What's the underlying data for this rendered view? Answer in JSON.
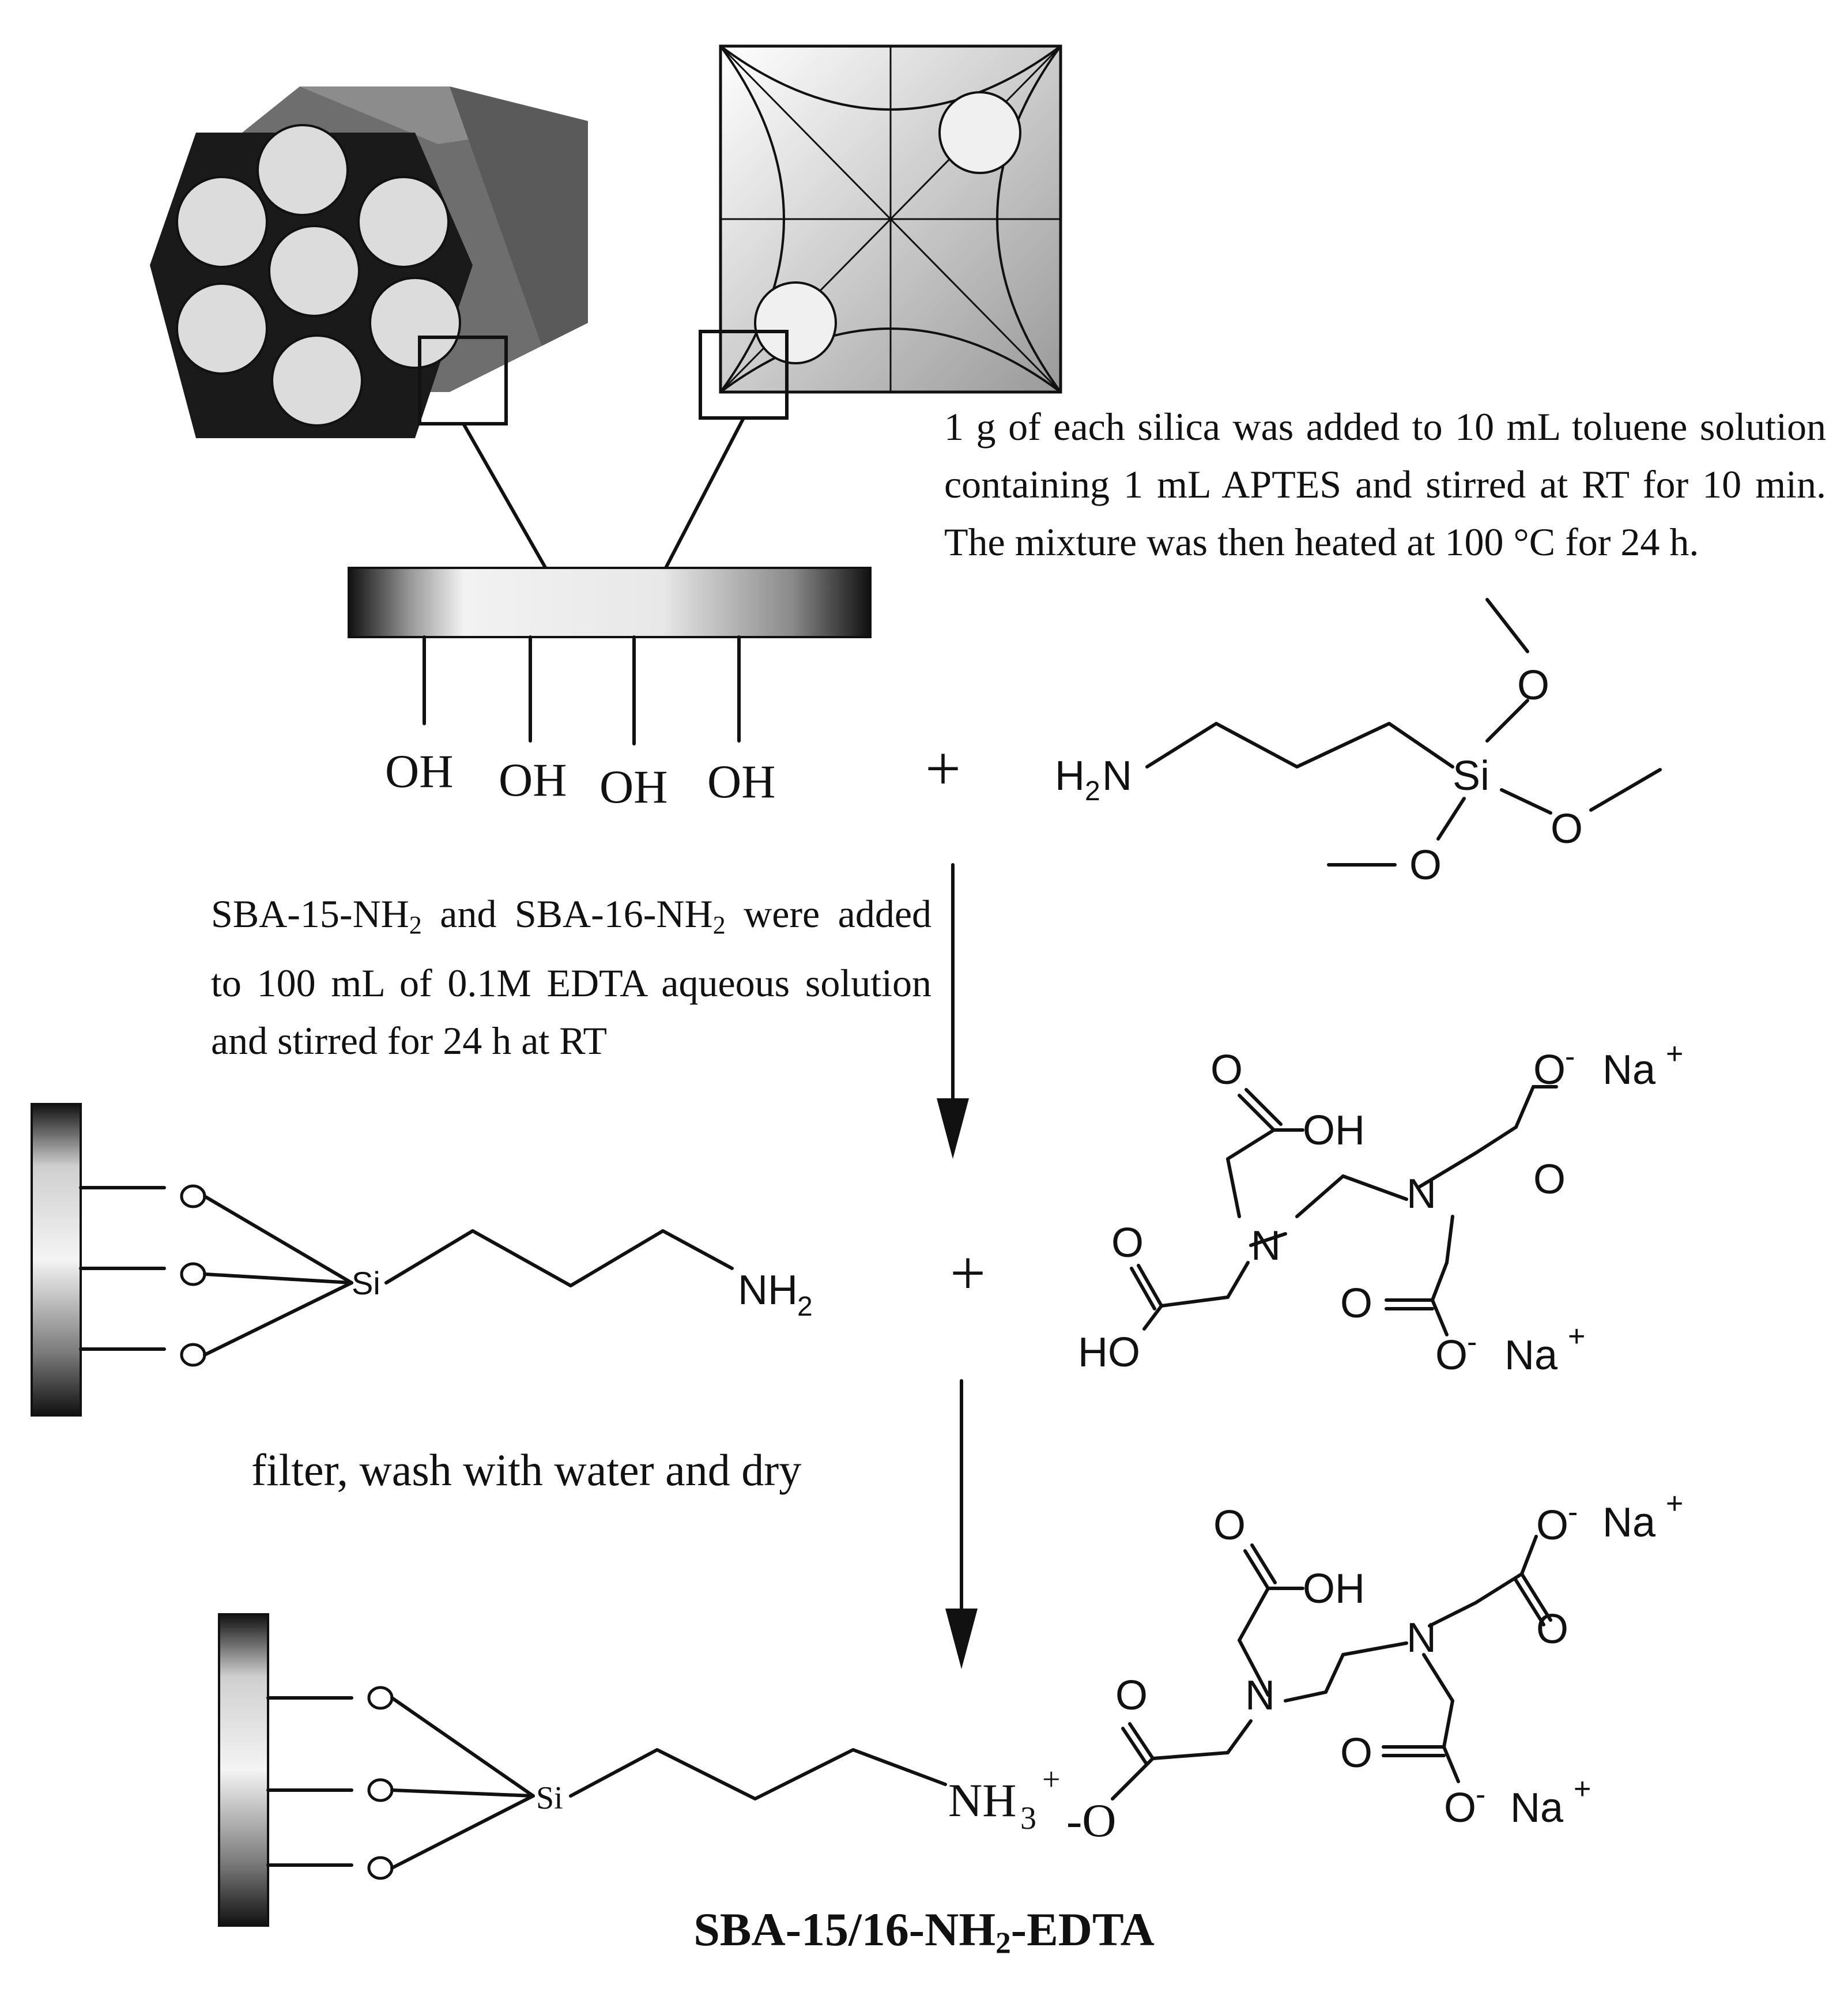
{
  "steps": {
    "step1_text": "1 g of each silica was added to 10 mL toluene solution containing 1 mL APTES  and stirred at RT for 10 min. The mixture was then heated at 100 °C for 24 h.",
    "step2_text_part1": "SBA-15-NH",
    "step2_sub1": "2",
    "step2_text_part2": " and SBA-16-NH",
    "step2_sub2": "2",
    "step2_text_part3": " were added to 100 mL of 0.1M EDTA aqueous solution and stirred for 24 h at RT",
    "step3_text": "filter, wash with water and dry"
  },
  "surface": {
    "oh_label": "OH",
    "plus": "+"
  },
  "aptes": {
    "h2n": "H",
    "h2n_sub": "2",
    "n": "N",
    "si": "Si",
    "o": "O"
  },
  "grafted": {
    "si": "Si",
    "nh2": "NH",
    "nh2_sub": "2",
    "nh3": "NH",
    "nh3_sub": "3",
    "nh3_sup": "+",
    "anion": "-O"
  },
  "edta": {
    "o": "O",
    "oh": "OH",
    "ho": "HO",
    "n": "N",
    "o_minus": "O",
    "minus": "-",
    "na": "Na",
    "plus_sup": "+"
  },
  "product": {
    "title_part1": "SBA-15/16-NH",
    "title_sub": "2",
    "title_part2": "-EDTA"
  }
}
